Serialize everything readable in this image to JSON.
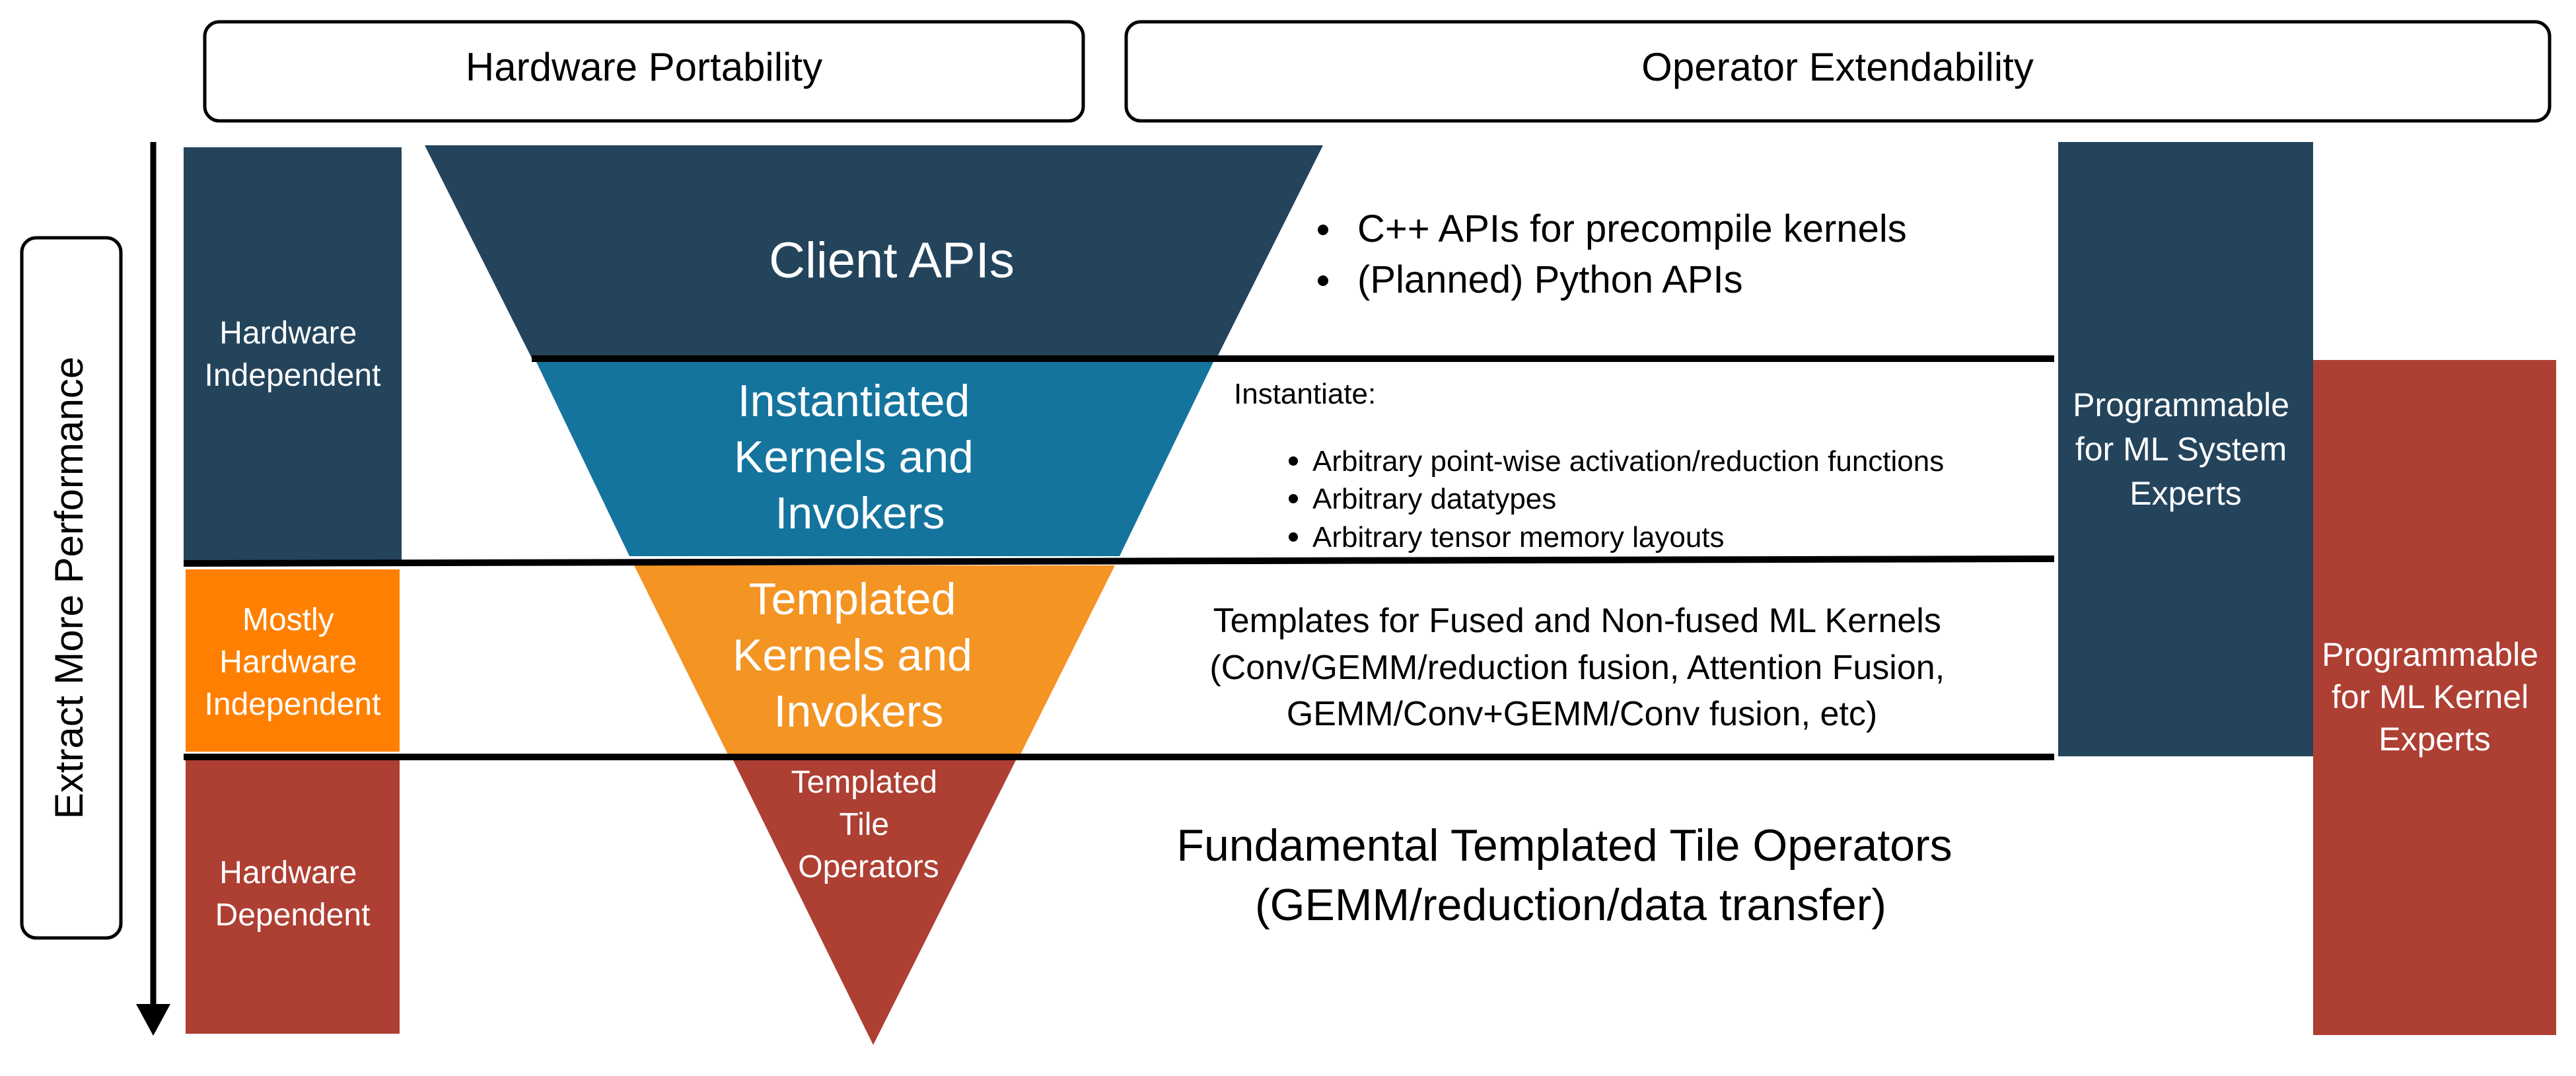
{
  "header": {
    "left_label": "Hardware Portability",
    "right_label": "Operator Extendability"
  },
  "axis": {
    "label": "Extract More Performance"
  },
  "hardware_levels": [
    {
      "lines": [
        "Hardware",
        "Independent"
      ],
      "color": "#24445c"
    },
    {
      "lines": [
        "Mostly",
        "Hardware",
        "Independent"
      ],
      "color": "#ff8000"
    },
    {
      "lines": [
        "Hardware",
        "Dependent"
      ],
      "color": "#ae3f33"
    }
  ],
  "pyramid": {
    "layers": [
      {
        "lines": [
          "Client APIs"
        ],
        "color": "#24445c"
      },
      {
        "lines": [
          "Instantiated",
          "Kernels and",
          "Invokers"
        ],
        "color": "#14749e"
      },
      {
        "lines": [
          "Templated",
          "Kernels and",
          "Invokers"
        ],
        "color": "#f39423"
      },
      {
        "lines": [
          "Templated",
          "Tile",
          "Operators"
        ],
        "color": "#ae3f33"
      }
    ]
  },
  "descriptions": {
    "client_apis": {
      "bullets": [
        "C++ APIs for precompile kernels",
        "(Planned) Python APIs"
      ]
    },
    "instantiated": {
      "heading": "Instantiate:",
      "bullets": [
        "Arbitrary point-wise activation/reduction functions",
        "Arbitrary datatypes",
        "Arbitrary tensor memory layouts"
      ]
    },
    "templated": {
      "lines": [
        "Templates for Fused and Non-fused ML Kernels",
        "(Conv/GEMM/reduction fusion, Attention Fusion,",
        "GEMM/Conv+GEMM/Conv fusion, etc)"
      ]
    },
    "tile": {
      "lines": [
        "Fundamental Templated Tile Operators",
        "(GEMM/reduction/data transfer)"
      ]
    }
  },
  "audiences": [
    {
      "lines": [
        "Programmable",
        "for ML System",
        "Experts"
      ],
      "color": "#24445c"
    },
    {
      "lines": [
        "Programmable",
        "for ML Kernel",
        "Experts"
      ],
      "color": "#ae3f33"
    }
  ],
  "colors": {
    "border": "#000000",
    "text_on_dark": "#ffffff",
    "text": "#000000"
  }
}
